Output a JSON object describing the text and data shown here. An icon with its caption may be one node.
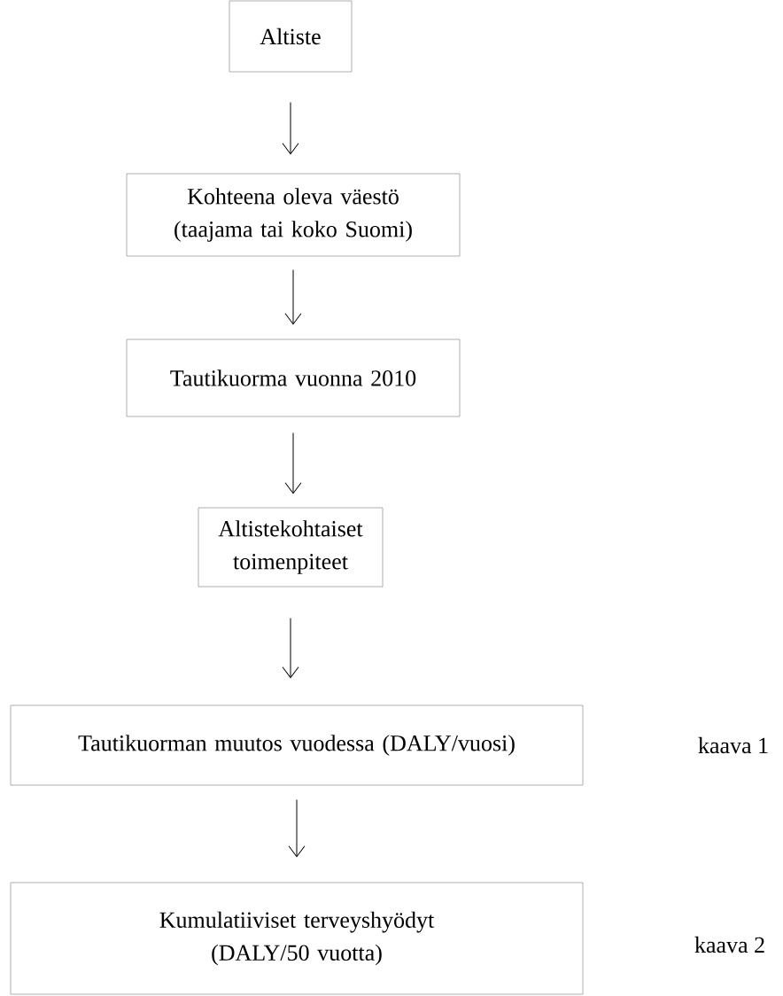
{
  "diagram": {
    "nodes": [
      {
        "text": [
          "Altiste"
        ]
      },
      {
        "text": [
          "Kohteena oleva väestö (taajama tai koko Suomi)"
        ]
      },
      {
        "text": [
          "Tautikuorma vuonna 2010"
        ]
      },
      {
        "text": [
          "Altistekohtaiset toimenpiteet"
        ]
      },
      {
        "text": [
          "Tautikuorman muutos vuodessa (DALY/vuosi)"
        ]
      },
      {
        "text": [
          "Kumulatiiviset terveyshyödyt (DALY/50 vuotta)"
        ]
      }
    ],
    "labels": [
      "kaava 1",
      "kaava 2"
    ],
    "edges": [
      {
        "from": 0,
        "to": 1,
        "arrow": "to"
      },
      {
        "from": 1,
        "to": 2,
        "arrow": "to"
      },
      {
        "from": 2,
        "to": 3,
        "arrow": "to"
      },
      {
        "from": 3,
        "to": 4,
        "arrow": "to"
      },
      {
        "from": 4,
        "to": 5,
        "arrow": "to"
      }
    ]
  }
}
